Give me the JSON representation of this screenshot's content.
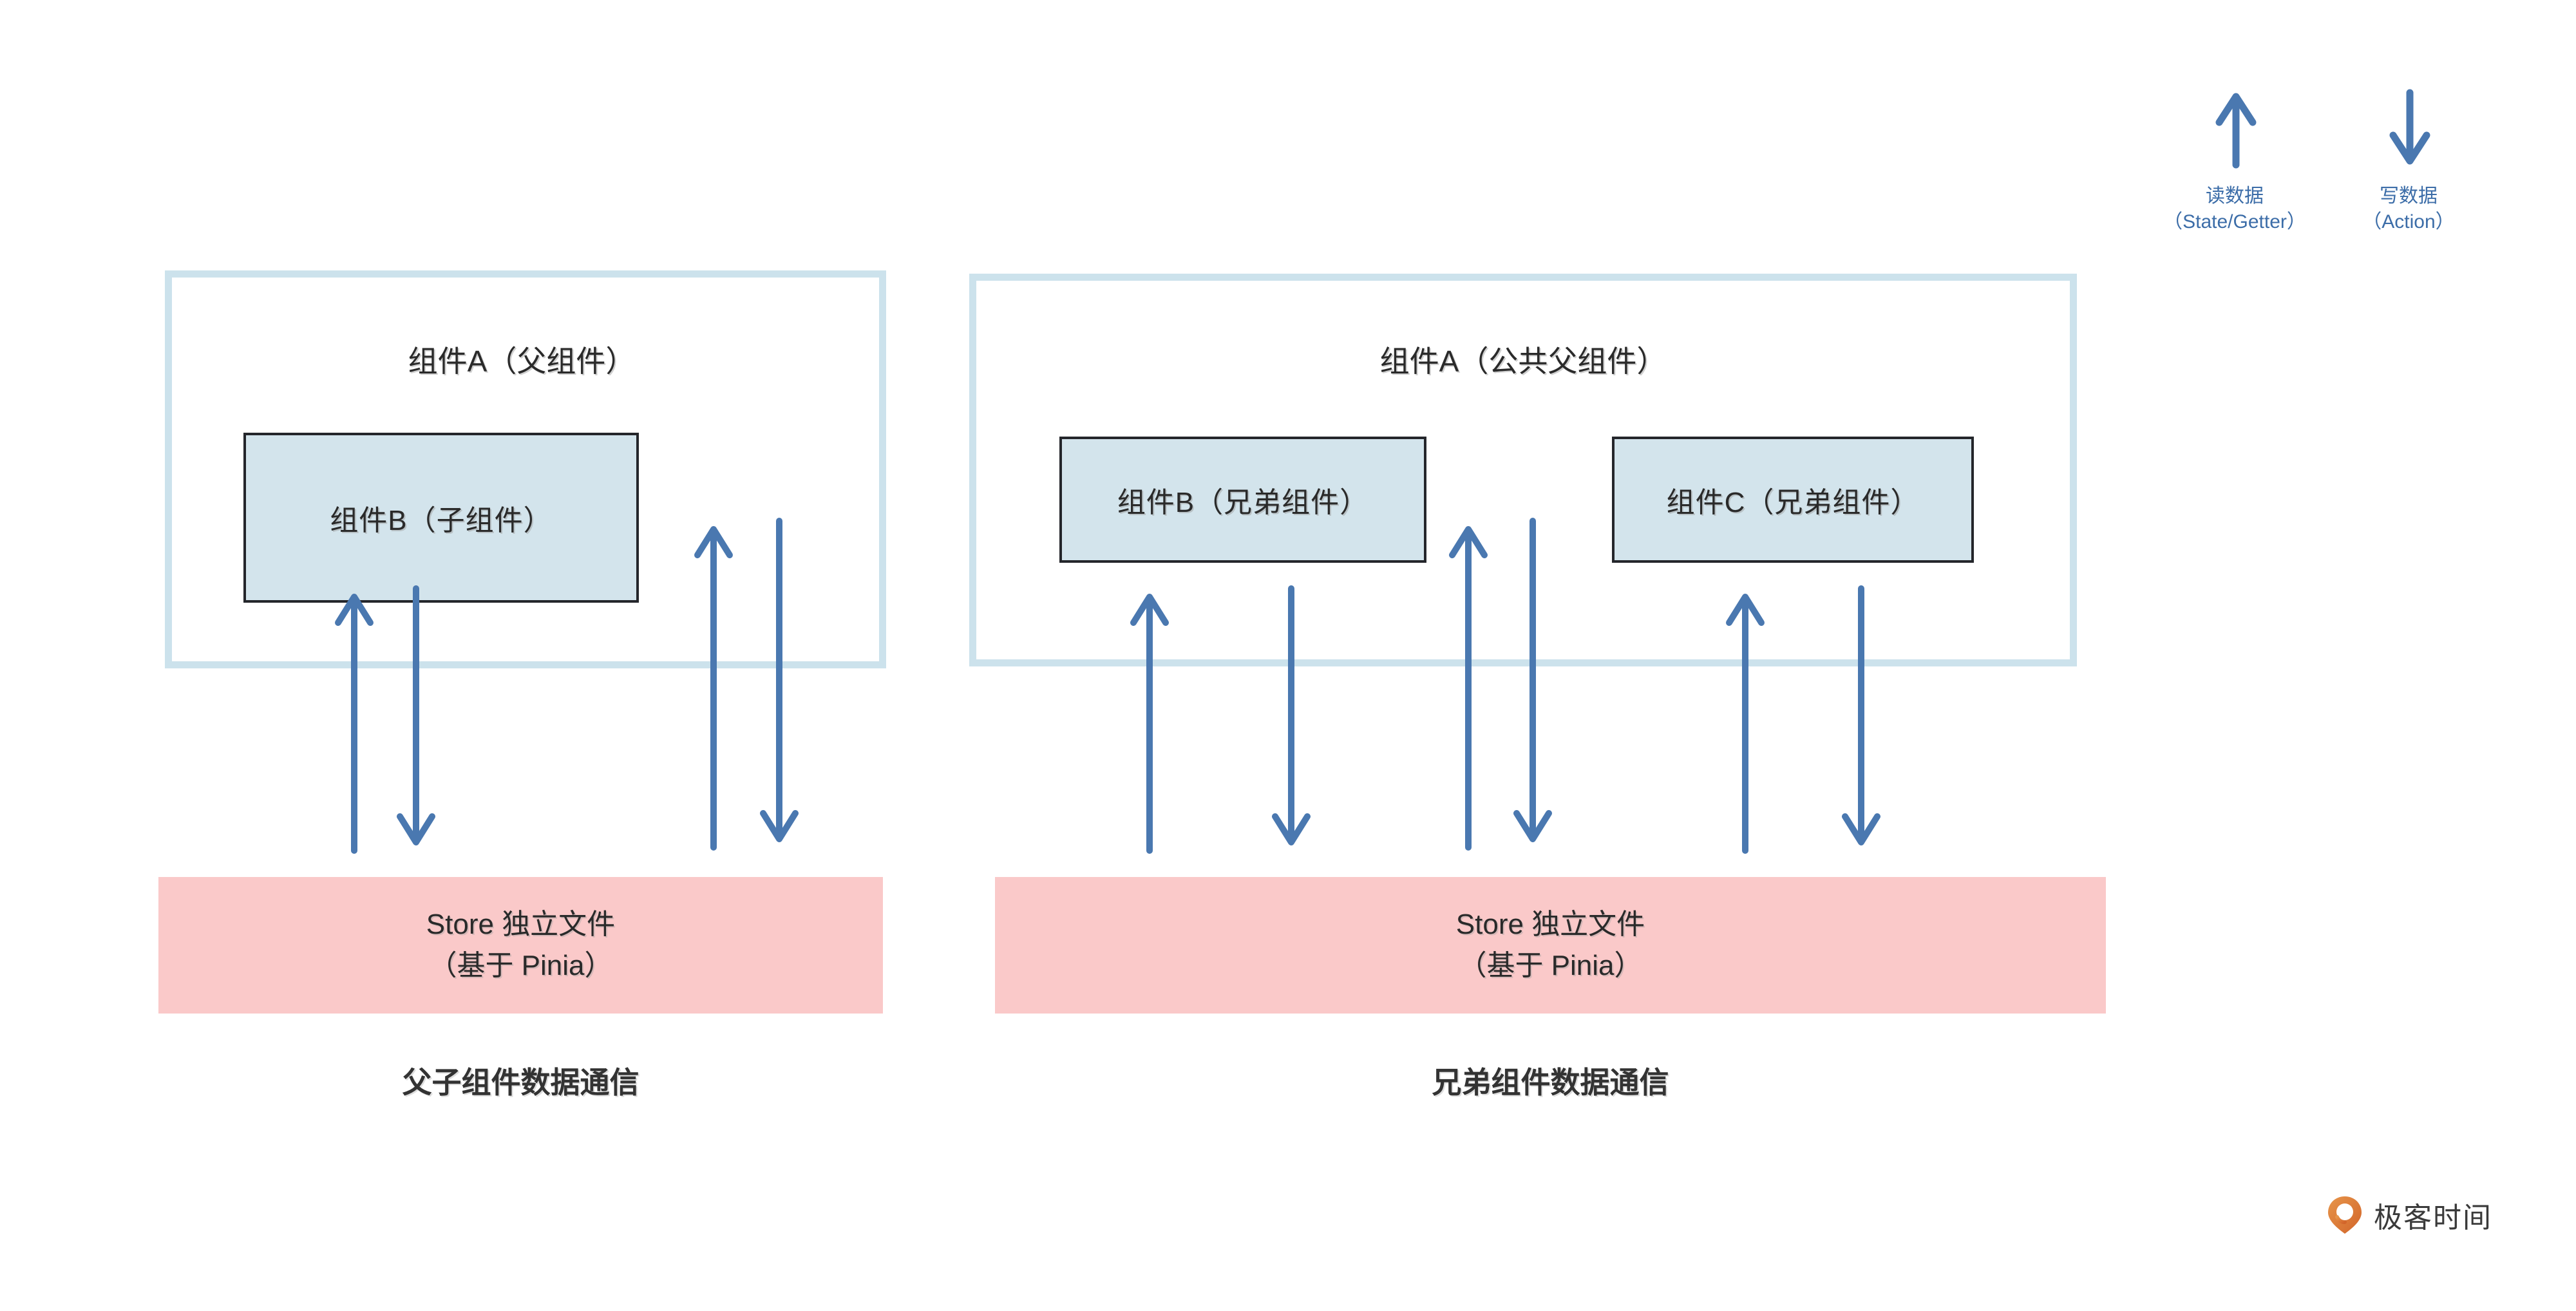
{
  "legend": {
    "read": {
      "icon": "arrow-up-icon",
      "label": "读数据",
      "sublabel": "（State/Getter）"
    },
    "write": {
      "icon": "arrow-down-icon",
      "label": "写数据",
      "sublabel": "（Action）"
    }
  },
  "colors": {
    "arrow": "#4A78B0",
    "panel_border": "#CCE2EC",
    "component_fill": "#D3E4EC",
    "component_border": "#24262B",
    "store_fill": "#FAC9C9",
    "legend_text": "#3C6DA8",
    "logo_orange": "#E2873B"
  },
  "panels": [
    {
      "id": "parent-child",
      "parent_title": "组件A（父组件）",
      "children": [
        {
          "id": "component-b",
          "label": "组件B（子组件）"
        }
      ],
      "store": {
        "line1": "Store 独立文件",
        "line2": "（基于 Pinia）"
      },
      "caption": "父子组件数据通信",
      "arrows": [
        {
          "id": "b-read",
          "dir": "up"
        },
        {
          "id": "b-write",
          "dir": "down"
        },
        {
          "id": "a-read",
          "dir": "up"
        },
        {
          "id": "a-write",
          "dir": "down"
        }
      ]
    },
    {
      "id": "siblings",
      "parent_title": "组件A（公共父组件）",
      "children": [
        {
          "id": "component-b",
          "label": "组件B（兄弟组件）"
        },
        {
          "id": "component-c",
          "label": "组件C（兄弟组件）"
        }
      ],
      "store": {
        "line1": "Store 独立文件",
        "line2": "（基于 Pinia）"
      },
      "caption": "兄弟组件数据通信",
      "arrows": [
        {
          "id": "b-read",
          "dir": "up"
        },
        {
          "id": "b-write",
          "dir": "down"
        },
        {
          "id": "a-read",
          "dir": "up"
        },
        {
          "id": "a-write",
          "dir": "down"
        },
        {
          "id": "c-read",
          "dir": "up"
        },
        {
          "id": "c-write",
          "dir": "down"
        }
      ]
    }
  ],
  "watermark": {
    "text": "极客时间"
  }
}
